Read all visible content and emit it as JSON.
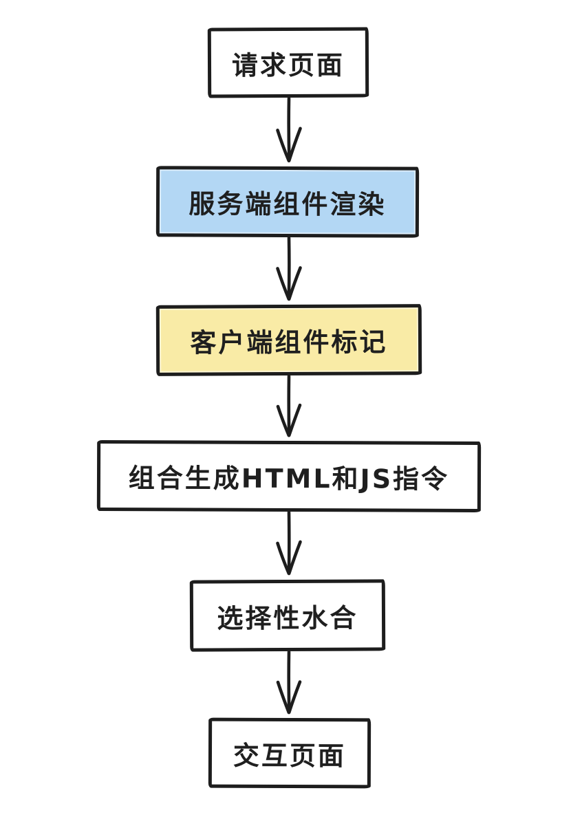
{
  "diagram": {
    "type": "flowchart",
    "direction": "top-down",
    "nodes": [
      {
        "id": "request-page",
        "label": "请求页面",
        "fill": "#ffffff"
      },
      {
        "id": "server-component-render",
        "label": "服务端组件渲染",
        "fill": "#b3d7f4"
      },
      {
        "id": "client-component-mark",
        "label": "客户端组件标记",
        "fill": "#f9eba6"
      },
      {
        "id": "combine-html-js",
        "label": "组合生成HTML和JS指令",
        "fill": "#ffffff"
      },
      {
        "id": "selective-hydration",
        "label": "选择性水合",
        "fill": "#ffffff"
      },
      {
        "id": "interactive-page",
        "label": "交互页面",
        "fill": "#ffffff"
      }
    ],
    "edges": [
      {
        "from": "request-page",
        "to": "server-component-render"
      },
      {
        "from": "server-component-render",
        "to": "client-component-mark"
      },
      {
        "from": "client-component-mark",
        "to": "combine-html-js"
      },
      {
        "from": "combine-html-js",
        "to": "selective-hydration"
      },
      {
        "from": "selective-hydration",
        "to": "interactive-page"
      }
    ],
    "colors": {
      "stroke": "#1d1d1d",
      "text": "#1f1f1f",
      "background": "#ffffff",
      "highlight_blue": "#b3d7f4",
      "highlight_yellow": "#f9eba6"
    }
  }
}
